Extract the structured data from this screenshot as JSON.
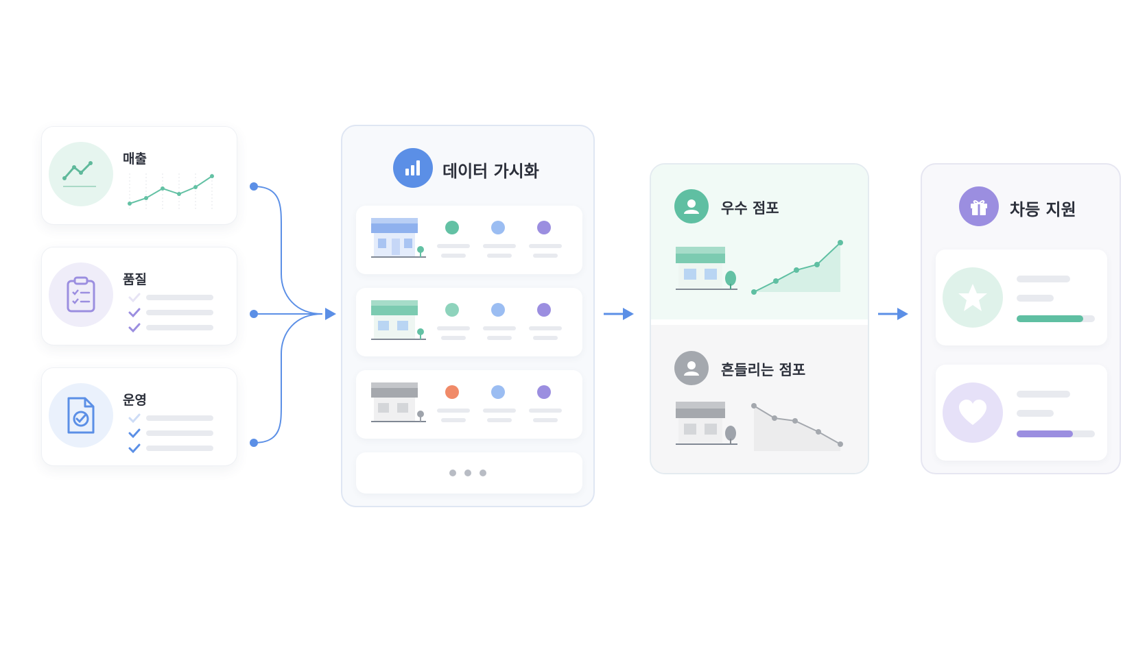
{
  "inputs": {
    "sales": {
      "label": "매출",
      "icon": "line-chart-icon"
    },
    "quality": {
      "label": "품질",
      "icon": "clipboard-checklist-icon"
    },
    "operations": {
      "label": "운영",
      "icon": "document-check-icon"
    }
  },
  "visualization": {
    "title": "데이터 가시화",
    "icon": "bar-chart-icon"
  },
  "classification": {
    "excellent": {
      "label": "우수 점포",
      "icon": "user-icon"
    },
    "struggling": {
      "label": "흔들리는 점포",
      "icon": "user-icon"
    }
  },
  "support": {
    "title": "차등 지원",
    "icon": "gift-icon",
    "items": [
      {
        "icon": "star-icon",
        "level": 0.85
      },
      {
        "icon": "heart-icon",
        "level": 0.72
      }
    ]
  },
  "colors": {
    "blue": "#5b8fe6",
    "green": "#63c1a4",
    "purple": "#9b8ee0",
    "orange": "#f08a68",
    "gray": "#9ea3ab"
  }
}
